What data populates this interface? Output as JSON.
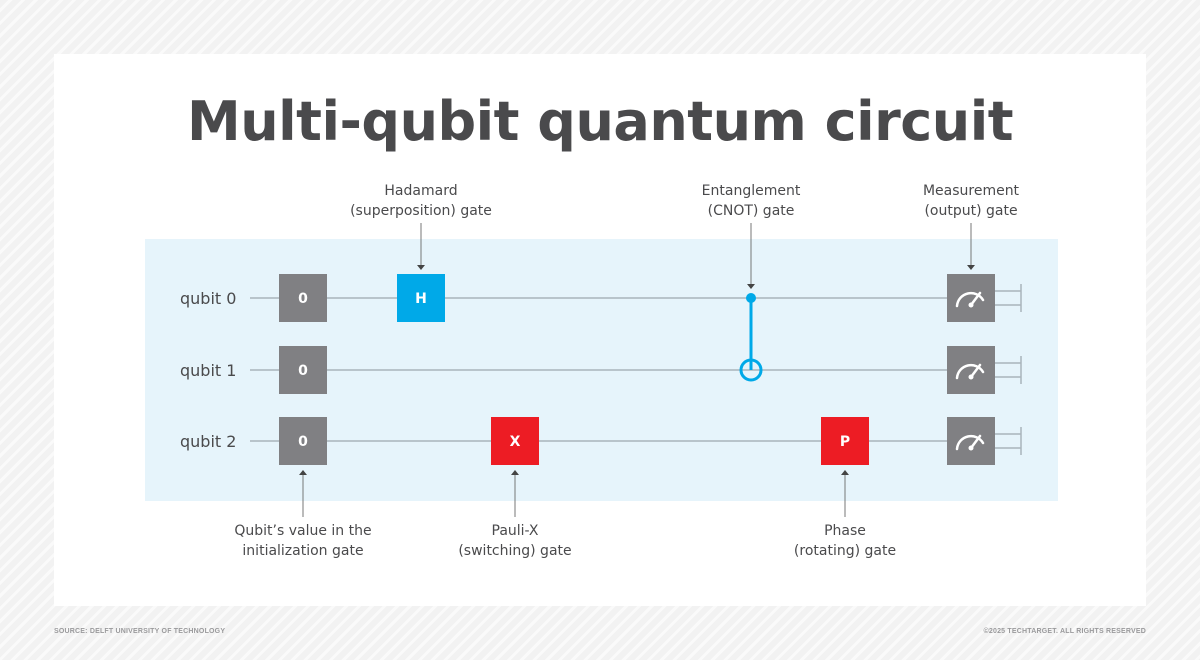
{
  "title": "Multi-qubit quantum circuit",
  "source": "SOURCE: DELFT UNIVERSITY OF TECHNOLOGY",
  "copyright": "©2025 TECHTARGET. ALL RIGHTS RESERVED",
  "colors": {
    "panel": "#e6f4fb",
    "init_gate": "#808083",
    "hadamard": "#00a9e8",
    "pauli_x": "#ed1c24",
    "phase": "#ed1c24",
    "cnot": "#00a9e8",
    "wire": "#a9b4bb"
  },
  "qubits": [
    "qubit 0",
    "qubit 1",
    "qubit 2"
  ],
  "gates": {
    "init": "0",
    "hadamard": "H",
    "pauli_x": "X",
    "phase": "P",
    "measurement_icon": "gauge-icon"
  },
  "annotations": {
    "hadamard": [
      "Hadamard",
      "(superposition) gate"
    ],
    "cnot": [
      "Entanglement",
      "(CNOT) gate"
    ],
    "measurement": [
      "Measurement",
      "(output) gate"
    ],
    "init": [
      "Qubit’s value in the",
      "initialization gate"
    ],
    "pauli_x": [
      "Pauli-X",
      "(switching) gate"
    ],
    "phase": [
      "Phase",
      "(rotating) gate"
    ]
  }
}
